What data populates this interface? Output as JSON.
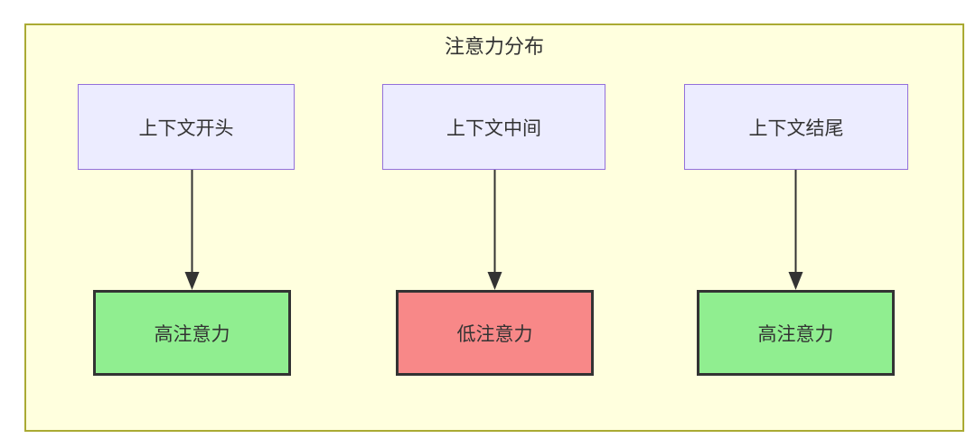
{
  "diagram": {
    "title": "注意力分布",
    "nodes": {
      "top": [
        {
          "label": "上下文开头"
        },
        {
          "label": "上下文中间"
        },
        {
          "label": "上下文结尾"
        }
      ],
      "bottom": [
        {
          "label": "高注意力",
          "level": "high"
        },
        {
          "label": "低注意力",
          "level": "low"
        },
        {
          "label": "高注意力",
          "level": "high"
        }
      ]
    },
    "edges": [
      {
        "from": "上下文开头",
        "to": "高注意力"
      },
      {
        "from": "上下文中间",
        "to": "低注意力"
      },
      {
        "from": "上下文结尾",
        "to": "高注意力"
      }
    ],
    "colors": {
      "frame_bg": "#ffffde",
      "frame_border": "#aaaa33",
      "context_node_bg": "#ececff",
      "context_node_border": "#9370db",
      "high_attention_bg": "#90ee90",
      "low_attention_bg": "#f88888",
      "attention_node_border": "#333333",
      "arrow": "#333333",
      "text": "#333333"
    }
  }
}
